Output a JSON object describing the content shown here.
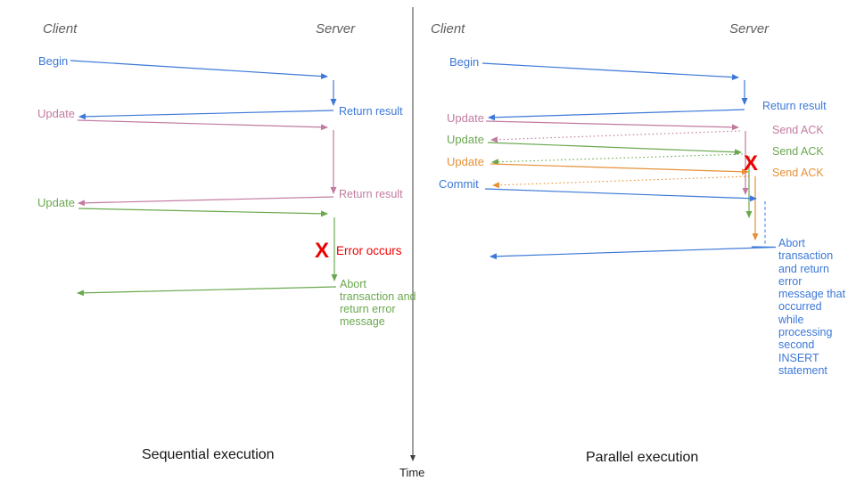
{
  "colors": {
    "blue": "#3c78d8",
    "pink": "#c27ba0",
    "green": "#6aa84f",
    "orange": "#e69138",
    "red": "#ee0000",
    "header_gray": "#5f5f5f",
    "timeline_dark": "#404040"
  },
  "timeline": {
    "time_label": "Time"
  },
  "left": {
    "client_header": "Client",
    "server_header": "Server",
    "caption": "Sequential execution",
    "begin_label": "Begin",
    "begin_return_label": "Return result",
    "update1_label": "Update",
    "update1_return_label": "Return result",
    "update2_label": "Update",
    "error_x": "X",
    "error_label": "Error occurs",
    "abort_label": "Abort transaction and return error message"
  },
  "right": {
    "client_header": "Client",
    "server_header": "Server",
    "caption": "Parallel execution",
    "begin_label": "Begin",
    "begin_return_label": "Return result",
    "update1_label": "Update",
    "update1_ack_label": "Send ACK",
    "update2_label": "Update",
    "update2_ack_label": "Send ACK",
    "update3_label": "Update",
    "update3_ack_label": "Send ACK",
    "commit_label": "Commit",
    "error_x": "X",
    "abort_label": "Abort transaction and return error message that occurred while processing second INSERT statement"
  }
}
